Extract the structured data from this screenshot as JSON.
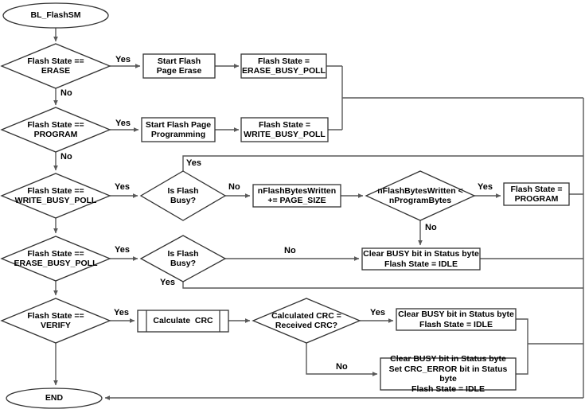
{
  "diagram": {
    "type": "flowchart",
    "title": "BL_FlashSM"
  },
  "colors": {
    "line": "#595959",
    "border": "#333333",
    "text": "#000000",
    "bg": "#ffffff"
  },
  "nodes": {
    "start": {
      "label": "BL_FlashSM"
    },
    "d_erase": {
      "label": "Flash State ==\nERASE"
    },
    "box_start_erase": {
      "label": "Start Flash\nPage Erase"
    },
    "box_erase_busy": {
      "label": "Flash State =\nERASE_BUSY_POLL"
    },
    "d_program": {
      "label": "Flash State ==\nPROGRAM"
    },
    "box_start_program": {
      "label": "Start Flash Page\nProgramming"
    },
    "box_write_busy": {
      "label": "Flash State =\nWRITE_BUSY_POLL"
    },
    "d_write_busy": {
      "label": "Flash State ==\nWRITE_BUSY_POLL"
    },
    "d_busy1": {
      "label": "Is Flash\nBusy?"
    },
    "box_bytes": {
      "label": "nFlashBytesWritten\n+= PAGE_SIZE"
    },
    "d_bytes": {
      "label": "nFlashBytesWritten <\nnProgramBytes"
    },
    "box_program": {
      "label": "Flash State =\nPROGRAM"
    },
    "d_erase_busy": {
      "label": "Flash State ==\nERASE_BUSY_POLL"
    },
    "d_busy2": {
      "label": "Is Flash\nBusy?"
    },
    "box_clear_idle1": {
      "label": "Clear BUSY bit in Status byte\nFlash State = IDLE"
    },
    "d_verify": {
      "label": "Flash State ==\nVERIFY"
    },
    "box_calc_crc": {
      "label": "Calculate  CRC"
    },
    "d_crc": {
      "label": "Calculated CRC =\nReceived CRC?"
    },
    "box_clear_idle2": {
      "label": "Clear BUSY bit in Status byte\nFlash State = IDLE"
    },
    "box_crc_error": {
      "label": "Clear BUSY bit in Status byte\nSet CRC_ERROR bit in Status byte\nFlash State = IDLE"
    },
    "end": {
      "label": "END"
    }
  },
  "edges": {
    "yes_erase": "Yes",
    "no_erase": "No",
    "yes_program": "Yes",
    "no_program": "No",
    "yes_write_poll": "Yes",
    "yes_busy1_up": "Yes",
    "no_busy1": "No",
    "yes_bytes": "Yes",
    "no_bytes": "No",
    "yes_erase_poll": "Yes",
    "no_busy2": "No",
    "yes_busy2_down": "Yes",
    "yes_verify": "Yes",
    "yes_crc": "Yes",
    "no_crc": "No"
  }
}
